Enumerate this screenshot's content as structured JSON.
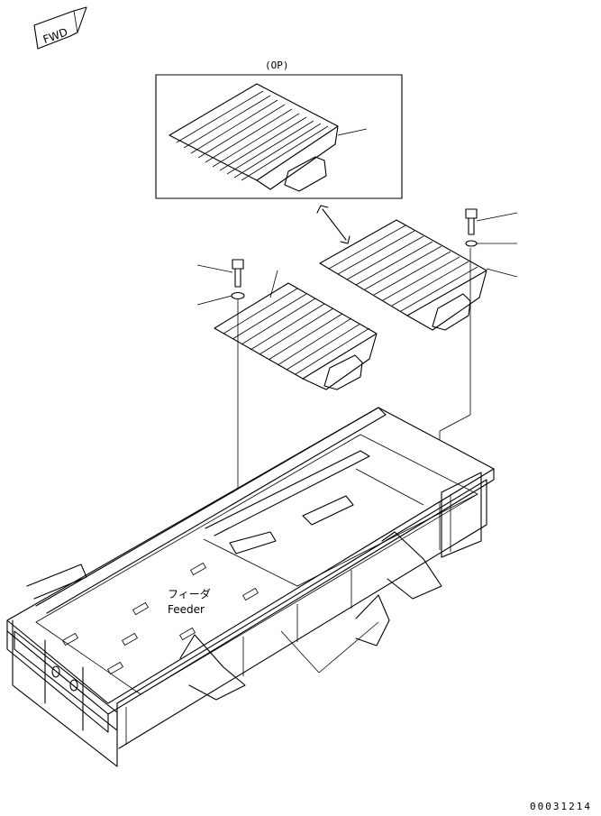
{
  "diagram": {
    "fwd_label": "FWD",
    "option_label": "(OP)",
    "feeder_jp": "フィーダ",
    "feeder_en": "Feeder",
    "figure_number": "00031214"
  }
}
